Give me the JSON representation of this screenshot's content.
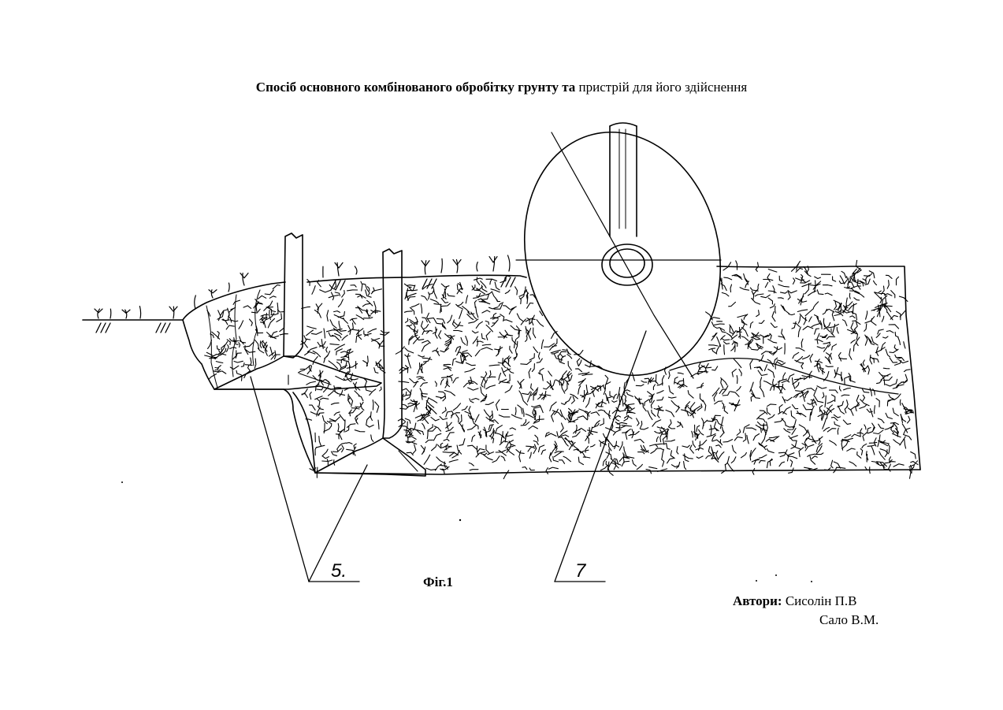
{
  "header": {
    "title_bold": "Спосіб основного комбінованого обробітку грунту та",
    "title_regular": "пристрій для його здійснення"
  },
  "figure": {
    "caption": "Фіг.1",
    "label_5": "5.",
    "label_7": "7"
  },
  "authors": {
    "label": "Автори:",
    "author_1": "Сисолін П.В",
    "author_2": "Сало В.М."
  }
}
